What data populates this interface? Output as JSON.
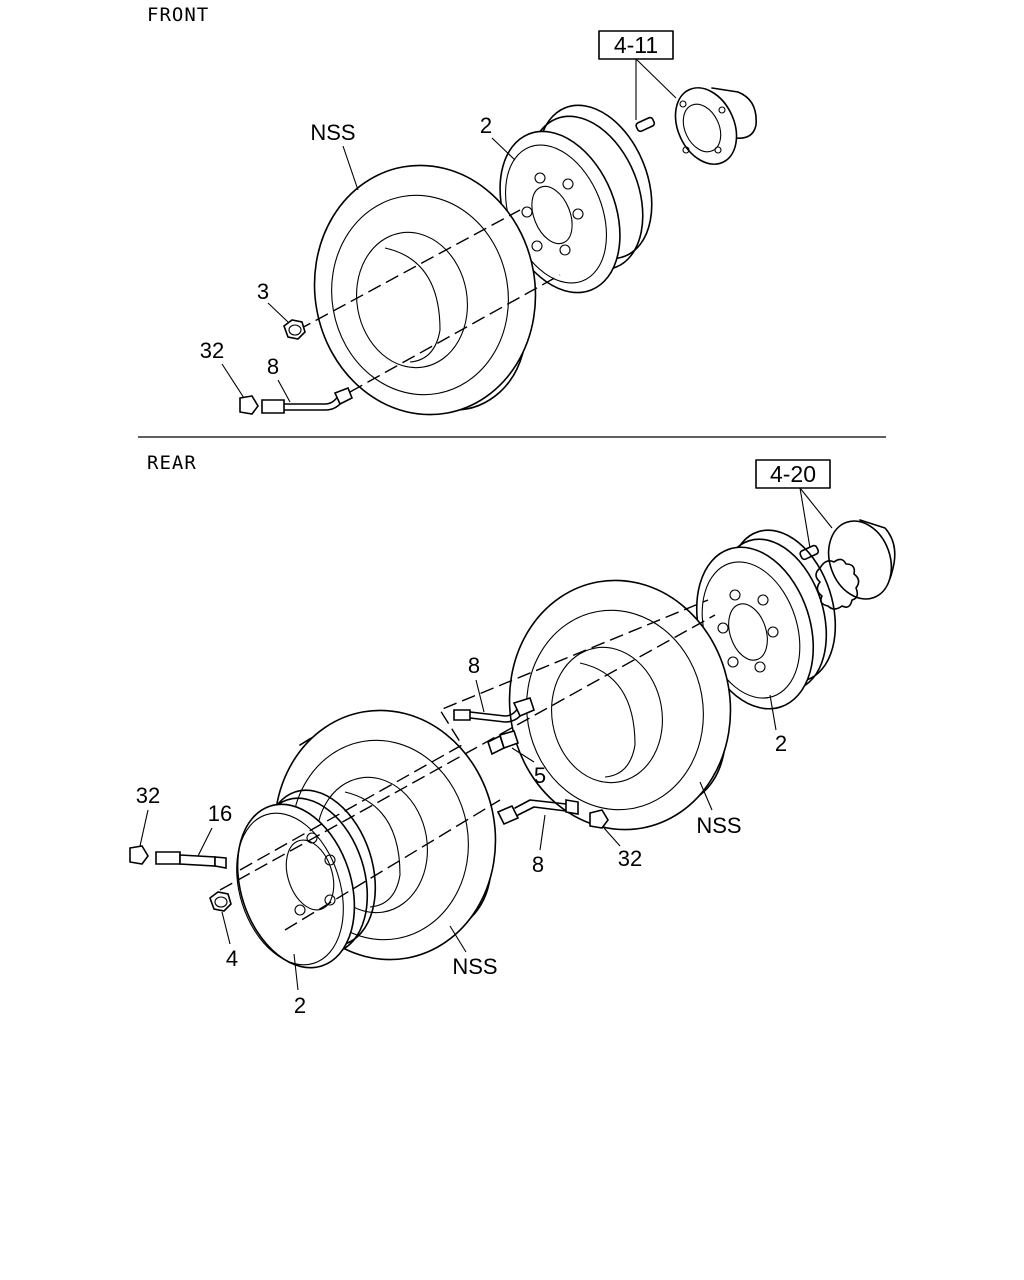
{
  "sections": {
    "front": "FRONT",
    "rear": "REAR"
  },
  "references": {
    "front_hub": "4-11",
    "rear_hub": "4-20"
  },
  "front_callouts": {
    "tire": "NSS",
    "wheel": "2",
    "nut": "3",
    "cap": "32",
    "valve": "8"
  },
  "rear_callouts": {
    "inner_valve": "8",
    "valve_stem": "5",
    "inner_wheel": "2",
    "inner_tire": "NSS",
    "outer_valve": "8",
    "cap_right": "32",
    "cap_left": "32",
    "extension": "16",
    "nut": "4",
    "outer_wheel": "2",
    "outer_tire": "NSS"
  }
}
